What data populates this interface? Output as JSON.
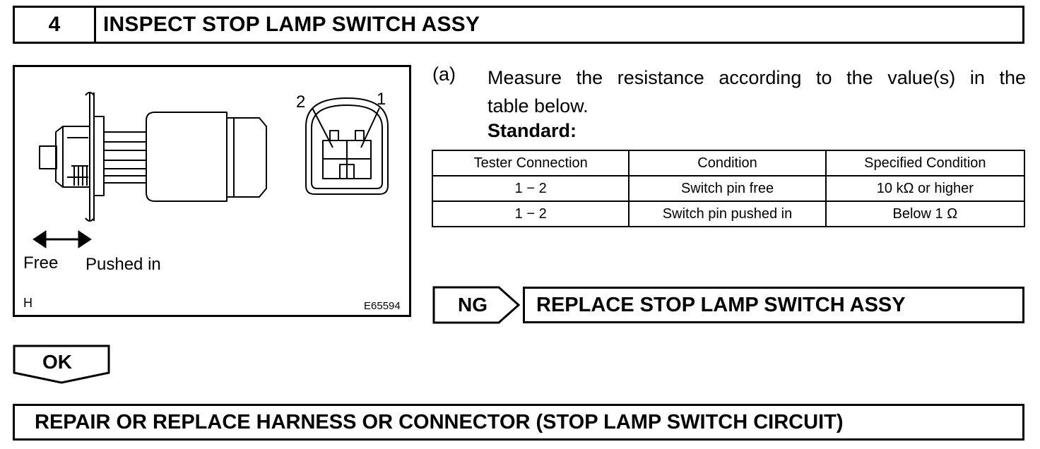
{
  "step": {
    "number": "4",
    "title": "INSPECT STOP LAMP SWITCH ASSY"
  },
  "illustration": {
    "pin_label_2": "2",
    "pin_label_1": "1",
    "label_free": "Free",
    "label_pushed_in": "Pushed in",
    "corner_mark": "H",
    "figure_code": "E65594"
  },
  "instruction": {
    "letter": "(a)",
    "line1": "Measure the resistance according to the value(s) in the",
    "line2": "table below.",
    "standard_label": "Standard:"
  },
  "spec_table": {
    "headers": [
      "Tester Connection",
      "Condition",
      "Specified Condition"
    ],
    "rows": [
      [
        "1 − 2",
        "Switch pin free",
        "10 kΩ or higher"
      ],
      [
        "1 − 2",
        "Switch pin pushed in",
        "Below 1 Ω"
      ]
    ]
  },
  "ng": {
    "label": "NG",
    "result": "REPLACE STOP LAMP SWITCH ASSY"
  },
  "ok": {
    "label": "OK"
  },
  "final_step": "REPAIR OR REPLACE HARNESS OR CONNECTOR (STOP LAMP SWITCH CIRCUIT)"
}
